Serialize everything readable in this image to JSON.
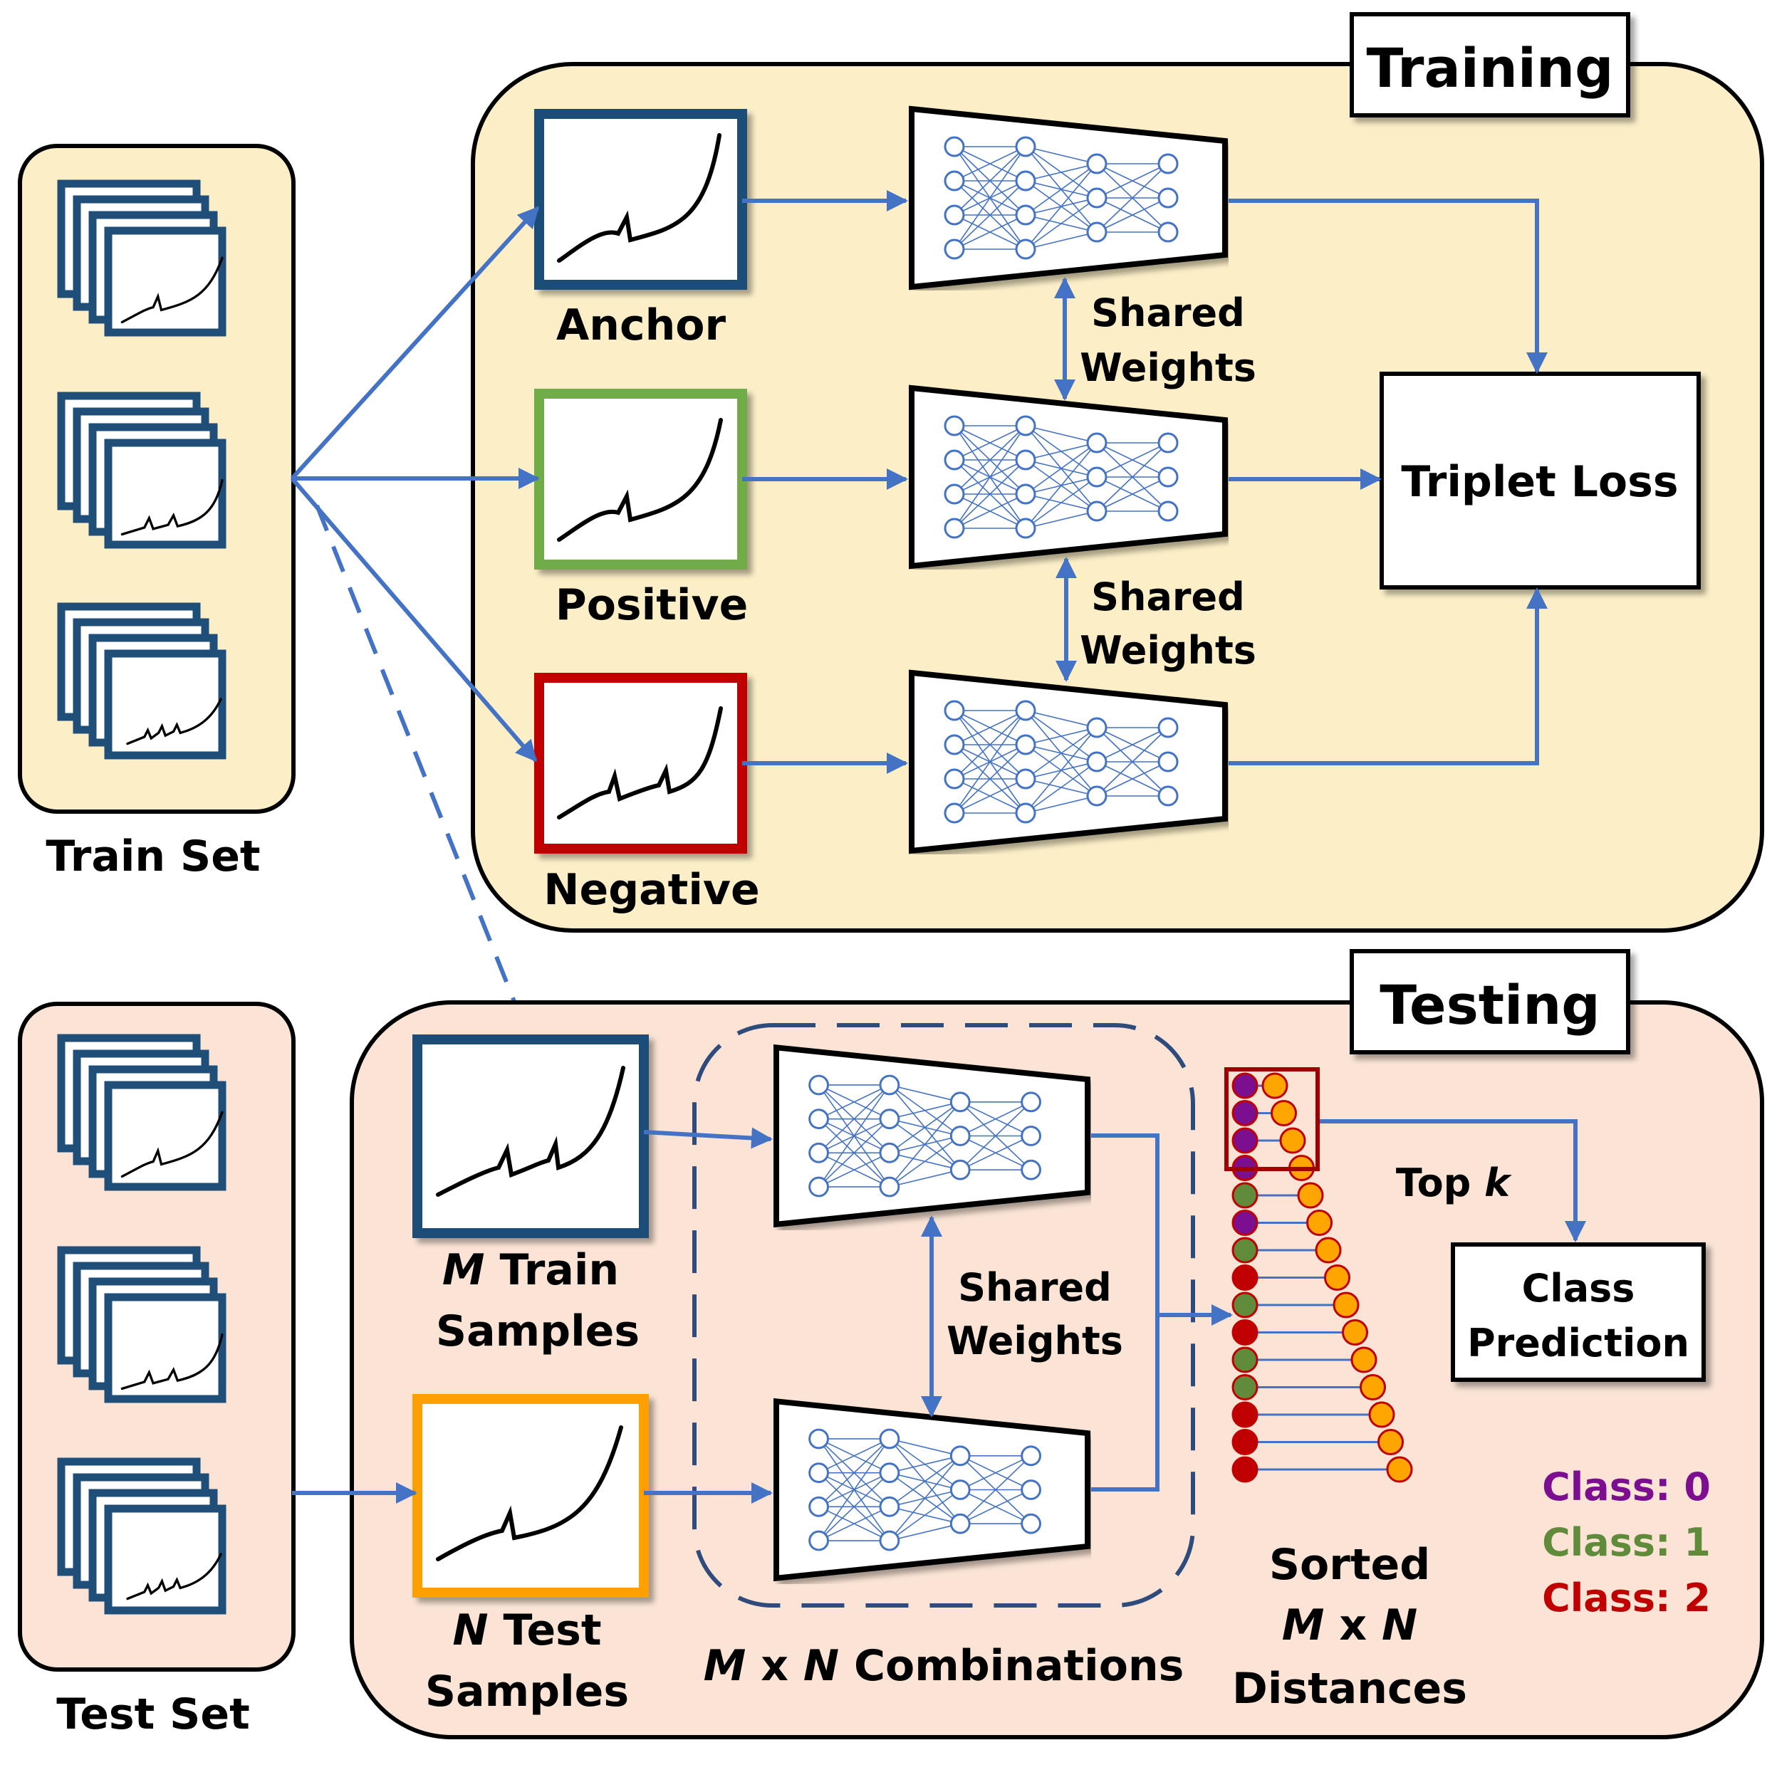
{
  "training": {
    "title": "Training",
    "anchor_label": "Anchor",
    "positive_label": "Positive",
    "negative_label": "Negative",
    "shared_weights_1": [
      "Shared",
      "Weights"
    ],
    "shared_weights_2": [
      "Shared",
      "Weights"
    ],
    "loss_label": "Triplet Loss"
  },
  "train_set": {
    "label": "Train Set"
  },
  "test_set": {
    "label": "Test Set"
  },
  "testing": {
    "title": "Testing",
    "m_train_samples": {
      "var": "M",
      "line1_rest": " Train",
      "line2": "Samples"
    },
    "n_test_samples": {
      "var": "N",
      "line1_rest": " Test",
      "line2": "Samples"
    },
    "shared_weights": [
      "Shared",
      "Weights"
    ],
    "combinations": {
      "var1": "M",
      "mid": " x ",
      "var2": "N",
      "rest": " Combinations"
    },
    "top_k": {
      "text": "Top ",
      "var": "k"
    },
    "class_prediction": [
      "Class",
      "Prediction"
    ],
    "sorted_distances": {
      "line1": "Sorted",
      "var1": "M",
      "mid": " x ",
      "var2": "N",
      "line3": "Distances"
    },
    "legend": [
      {
        "text": "Class: 0",
        "color": "#7B0F8F"
      },
      {
        "text": "Class: 1",
        "color": "#5F8B3A"
      },
      {
        "text": "Class: 2",
        "color": "#C00000"
      }
    ],
    "ranked_classes": [
      0,
      0,
      0,
      0,
      1,
      0,
      1,
      2,
      1,
      2,
      1,
      1,
      2,
      2,
      2
    ],
    "top_k_count": 3
  },
  "colors": {
    "training_bg": "#FCEFC7",
    "testing_bg": "#FBE4D5",
    "anchor_border": "#1F4E79",
    "positive_border": "#70AD47",
    "negative_border": "#C00000",
    "test_border": "#FFA000",
    "arrow": "#4472C4",
    "neuron": "#4472C4",
    "distance_right": "#FFA500"
  }
}
